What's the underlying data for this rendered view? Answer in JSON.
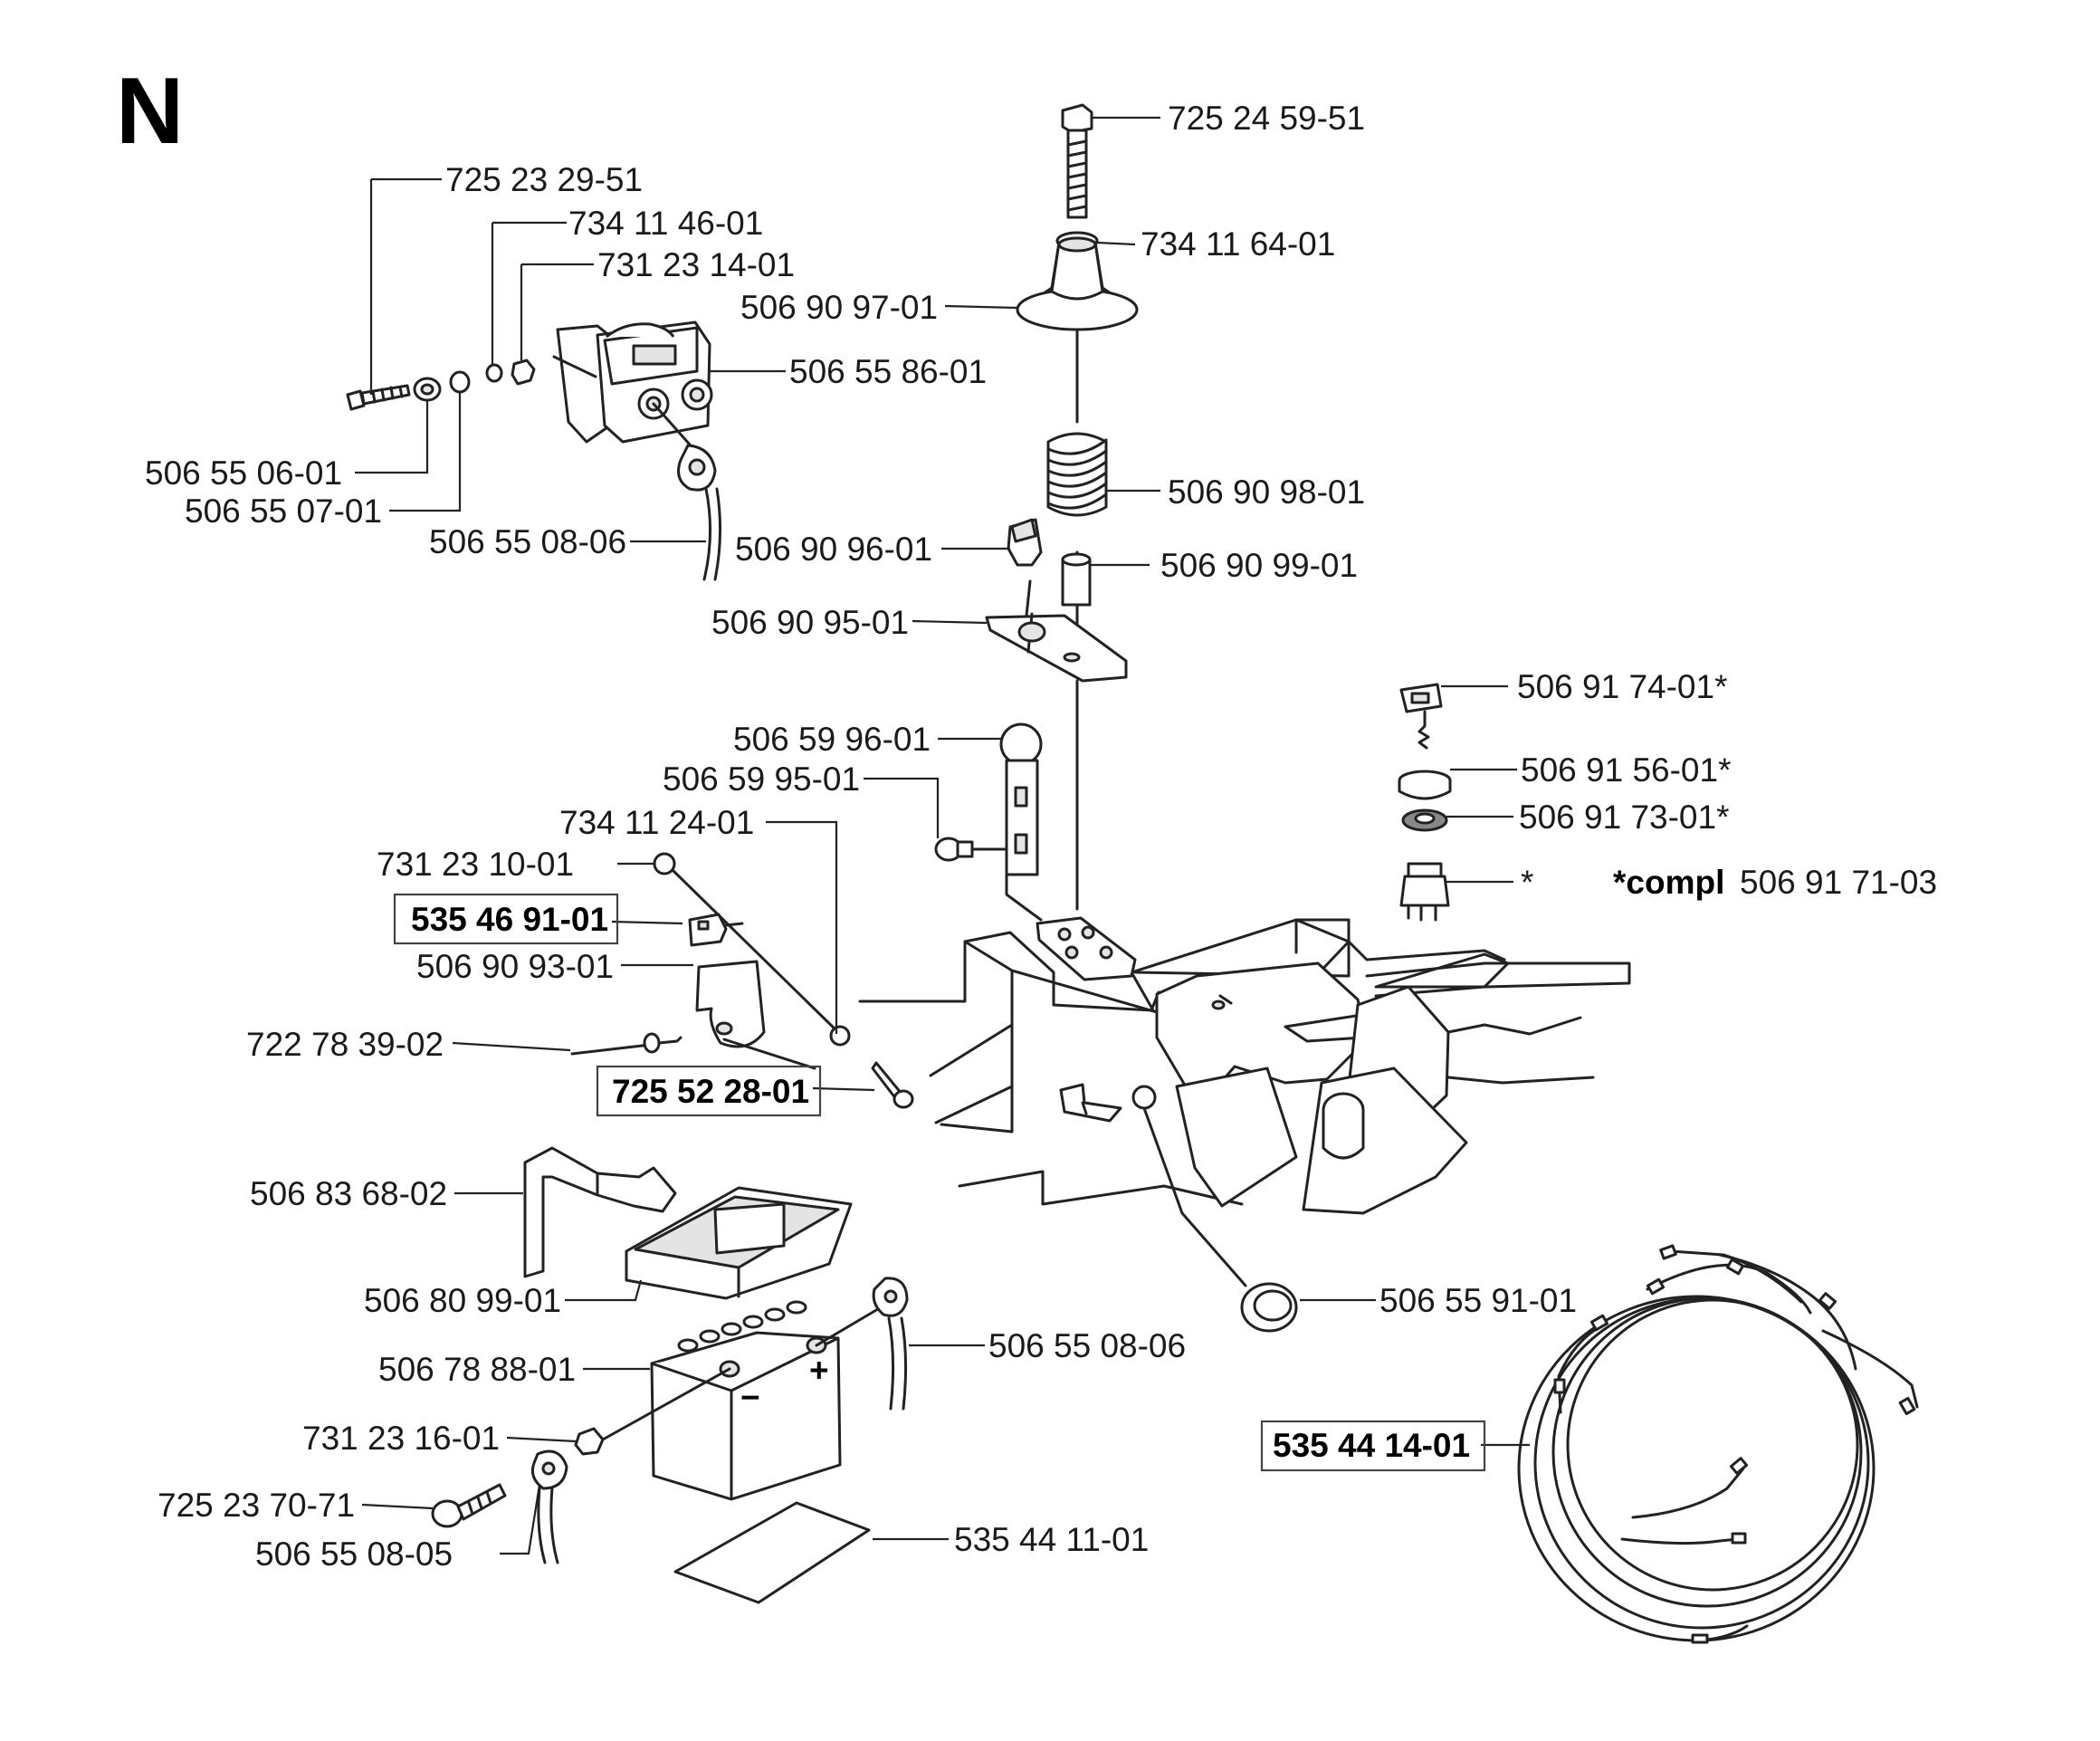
{
  "section": "N",
  "labels": {
    "p725245951": "725 24 59-51",
    "p725232951": "725 23 29-51",
    "p734114601": "734 11 46-01",
    "p734116401": "734 11 64-01",
    "p731231401": "731 23 14-01",
    "p506909701": "506 90 97-01",
    "p506558601": "506 55 86-01",
    "p506550601": "506 55 06-01",
    "p506909801": "506 90 98-01",
    "p506550701": "506 55 07-01",
    "p506550806a": "506 55 08-06",
    "p506909601": "506 90 96-01",
    "p506909901": "506 90 99-01",
    "p506909501": "506 90 95-01",
    "p506917401": "506 91 74-01*",
    "p506599601": "506 59 96-01",
    "p506915601": "506 91 56-01*",
    "p506599501": "506 59 95-01",
    "p506917301": "506 91 73-01*",
    "p734112401": "734 11 24-01",
    "star": "*",
    "compl_prefix": "*compl",
    "compl_number": "506 91 71-03",
    "p731231001": "731 23 10-01",
    "p535469101": "535 46 91-01",
    "p506909301": "506 90 93-01",
    "p722783902": "722 78 39-02",
    "p725522801": "725 52 28-01",
    "p506836802": "506 83 68-02",
    "p506809901": "506 80 99-01",
    "p506559101": "506 55 91-01",
    "p506550806b": "506 55 08-06",
    "p506788801": "506 78 88-01",
    "p731231601": "731 23 16-01",
    "p535441401": "535 44 14-01",
    "p725237071": "725 23 70-71",
    "p535441101": "535 44 11-01",
    "p506550805": "506 55 08-05"
  },
  "battery_marks": {
    "minus": "−",
    "plus": "+"
  }
}
